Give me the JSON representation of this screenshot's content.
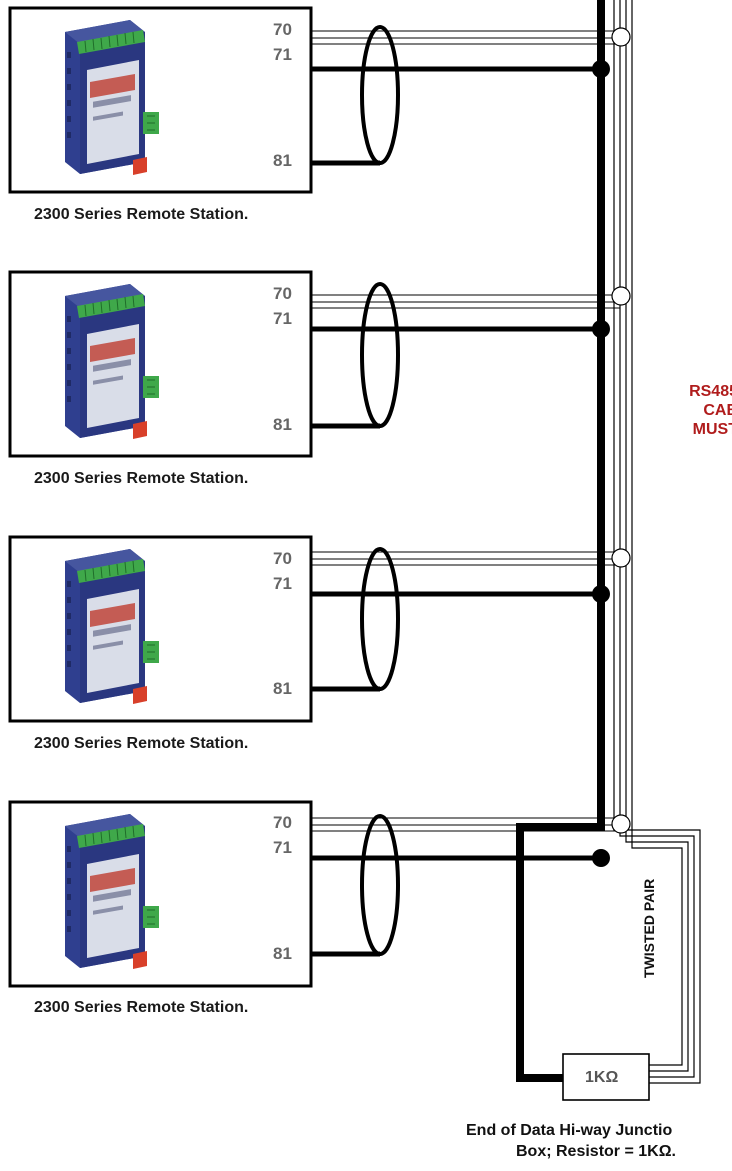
{
  "stations": [
    {
      "label": "2300 Series Remote Station.",
      "terminals": [
        "70",
        "71",
        "81"
      ]
    },
    {
      "label": "2300 Series Remote Station.",
      "terminals": [
        "70",
        "71",
        "81"
      ]
    },
    {
      "label": "2300 Series Remote Station.",
      "terminals": [
        "70",
        "71",
        "81"
      ]
    },
    {
      "label": "2300 Series Remote Station.",
      "terminals": [
        "70",
        "71",
        "81"
      ]
    }
  ],
  "cable_note": {
    "line1": "RS485",
    "line2": "CAB",
    "line3": "MUST"
  },
  "twisted_pair_label": "TWISTED PAIR",
  "resistor": {
    "label": "1KΩ"
  },
  "junction_caption": {
    "line1": "End of Data Hi-way Junctio",
    "line2": "Box; Resistor = 1KΩ."
  },
  "colors": {
    "wire": "#000000",
    "rs485_text": "#b01c1c",
    "terminal_text": "#666666",
    "device_blue": "#2f3f8f",
    "terminal_green": "#3fa84a",
    "foot_red": "#d8402a"
  }
}
